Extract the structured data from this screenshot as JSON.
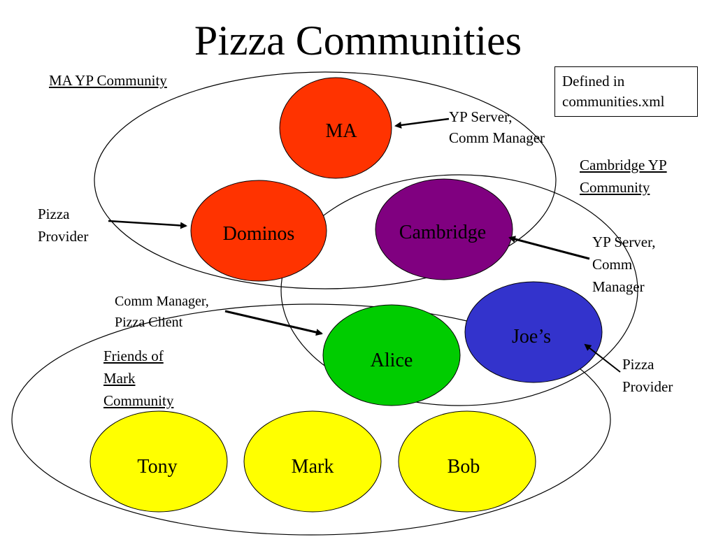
{
  "title": "Pizza Communities",
  "defined_box": [
    "Defined in",
    "communities.xml"
  ],
  "communities": {
    "ma_yp": "MA YP Community",
    "cambridge_yp": [
      "Cambridge YP",
      "Community"
    ],
    "friends_of_mark": [
      "Friends of",
      "Mark",
      "Community"
    ]
  },
  "nodes": {
    "ma": {
      "label": "MA",
      "color": "#ff3300"
    },
    "dominos": {
      "label": "Dominos",
      "color": "#ff3300"
    },
    "cambridge": {
      "label": "Cambridge",
      "color": "#800080"
    },
    "alice": {
      "label": "Alice",
      "color": "#00cc00"
    },
    "joes": {
      "label": "Joe’s",
      "color": "#3333cc"
    },
    "tony": {
      "label": "Tony",
      "color": "#ffff00"
    },
    "mark": {
      "label": "Mark",
      "color": "#ffff00"
    },
    "bob": {
      "label": "Bob",
      "color": "#ffff00"
    }
  },
  "annotations": {
    "ma_role": [
      "YP Server,",
      "Comm Manager"
    ],
    "dominos_role": [
      "Pizza",
      "Provider"
    ],
    "cambridge_role": [
      "YP Server,",
      "Comm",
      "Manager"
    ],
    "alice_role": [
      "Comm Manager,",
      "Pizza Client"
    ],
    "joes_role": [
      "Pizza",
      "Provider"
    ]
  }
}
